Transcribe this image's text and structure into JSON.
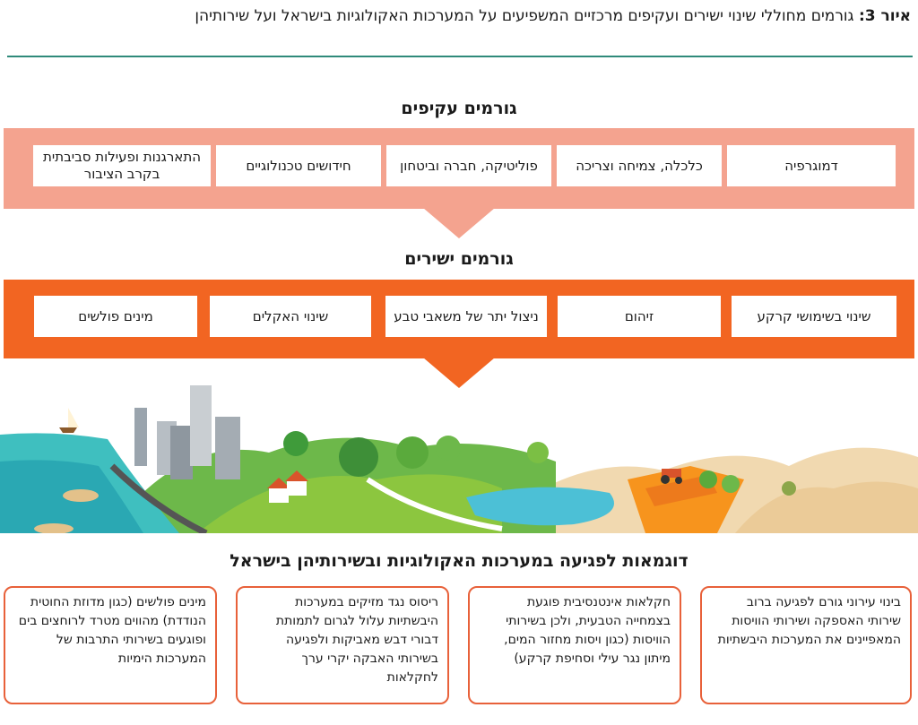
{
  "title": {
    "prefix": "איור 3:",
    "text": " גורמים מחוללי שינוי ישירים ועקיפים מרכזיים המשפיעים על המערכות האקולוגיות בישראל ועל שירותיהן"
  },
  "indirect": {
    "heading": "גורמים עקיפים",
    "items": [
      "דמוגרפיה",
      "כלכלה, צמיחה וצריכה",
      "פוליטיקה, חברה וביטחון",
      "חידושים טכנולוגיים",
      "התארגנות ופעילות סביבתית בקרב הציבור"
    ]
  },
  "direct": {
    "heading": "גורמים ישירים",
    "items": [
      "שינוי בשימושי קרקע",
      "זיהום",
      "ניצול יתר של משאבי טבע",
      "שינוי האקלים",
      "מינים פולשים"
    ]
  },
  "examples": {
    "heading": "דוגמאות לפגיעה במערכות האקולוגיות ובשירותיהן בישראל",
    "items": [
      "בינוי עירוני גורם לפגיעה ברוב שירותי האספקה ושירותי הוויסות המאפיינים את המערכות היבשתיות",
      "חקלאות אינטנסיבית פוגעת בצמחייה הטבעית, ולכן בשירותי הוויסות (כגון ויסות מחזור המים, מיתון נגר עילי וסחיפת קרקע)",
      "ריסוס נגד מזיקים במערכות היבשתיות עלול לגרום לתמותת דבורי דבש מאביקות ולפגיעה בשירותי האבקה יקרי ערך לחקלאות",
      "מינים פולשים (כגון מדוזת החוטית הנודדת) מהווים מטרד לרוחצים בים ופוגעים בשירותי התרבות של המערכות הימיות"
    ]
  },
  "colors": {
    "indirect_band": "#f4a38f",
    "direct_band": "#f26522",
    "example_border": "#e8613a",
    "rule": "#2f8a7a"
  }
}
